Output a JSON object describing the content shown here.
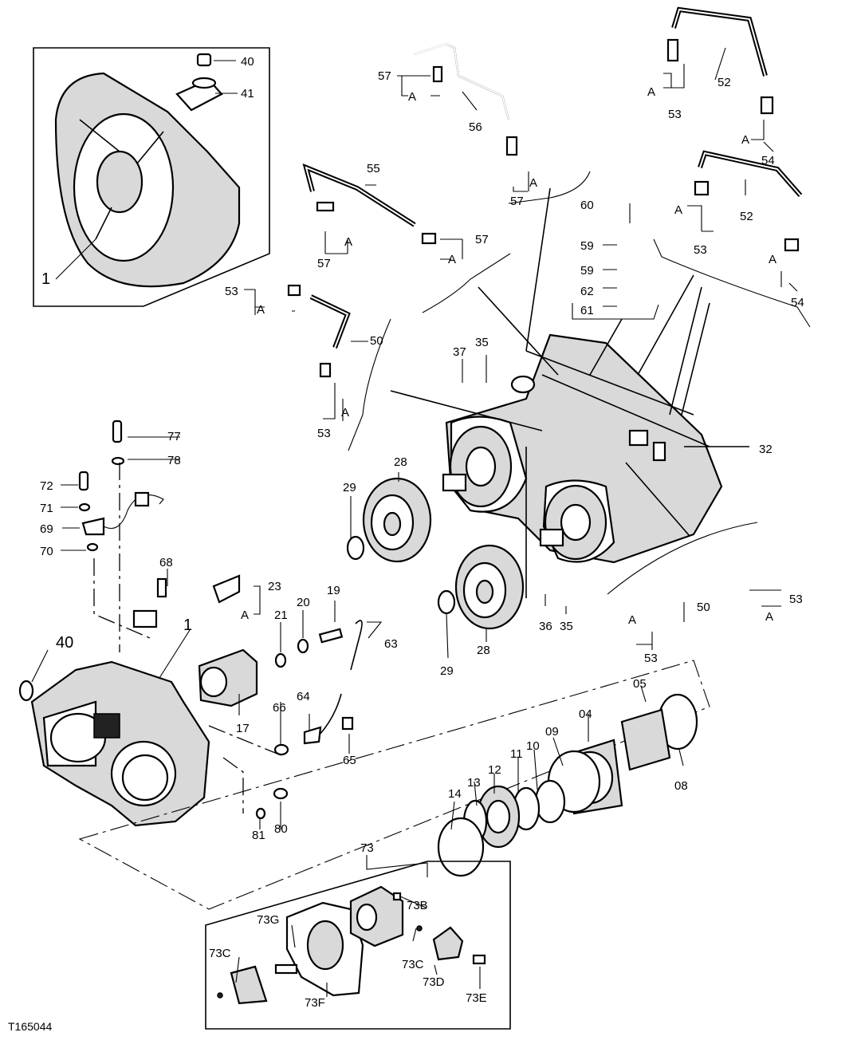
{
  "figure_id": "T165044",
  "callouts": [
    {
      "id": "c40a",
      "text": "40"
    },
    {
      "id": "c41",
      "text": "41"
    },
    {
      "id": "c1a",
      "text": "1"
    },
    {
      "id": "c57a",
      "text": "57"
    },
    {
      "id": "c57aA",
      "text": "A"
    },
    {
      "id": "c56",
      "text": "56"
    },
    {
      "id": "c57b",
      "text": "57"
    },
    {
      "id": "c57bA",
      "text": "A"
    },
    {
      "id": "c52a",
      "text": "52"
    },
    {
      "id": "c53a",
      "text": "53"
    },
    {
      "id": "c53aA",
      "text": "A"
    },
    {
      "id": "c54a",
      "text": "54"
    },
    {
      "id": "c54aA",
      "text": "A"
    },
    {
      "id": "c52b",
      "text": "52"
    },
    {
      "id": "c53b",
      "text": "53"
    },
    {
      "id": "c53bA",
      "text": "A"
    },
    {
      "id": "c54b",
      "text": "54"
    },
    {
      "id": "c54bA",
      "text": "A"
    },
    {
      "id": "c55",
      "text": "55"
    },
    {
      "id": "c57c",
      "text": "57"
    },
    {
      "id": "c57cA",
      "text": "A"
    },
    {
      "id": "c57d",
      "text": "57"
    },
    {
      "id": "c57dA",
      "text": "A"
    },
    {
      "id": "c60",
      "text": "60"
    },
    {
      "id": "c59a",
      "text": "59"
    },
    {
      "id": "c59b",
      "text": "59"
    },
    {
      "id": "c62",
      "text": "62"
    },
    {
      "id": "c61",
      "text": "61"
    },
    {
      "id": "c53c",
      "text": "53"
    },
    {
      "id": "c53cA",
      "text": "A"
    },
    {
      "id": "c50a",
      "text": "50"
    },
    {
      "id": "c53d",
      "text": "53"
    },
    {
      "id": "c53dA",
      "text": "A"
    },
    {
      "id": "c37",
      "text": "37"
    },
    {
      "id": "c35a",
      "text": "35"
    },
    {
      "id": "c32",
      "text": "32"
    },
    {
      "id": "c77",
      "text": "77"
    },
    {
      "id": "c78",
      "text": "78"
    },
    {
      "id": "c72",
      "text": "72"
    },
    {
      "id": "c71",
      "text": "71"
    },
    {
      "id": "c69",
      "text": "69"
    },
    {
      "id": "c70",
      "text": "70"
    },
    {
      "id": "c29a",
      "text": "29"
    },
    {
      "id": "c28a",
      "text": "28"
    },
    {
      "id": "c68",
      "text": "68"
    },
    {
      "id": "c23",
      "text": "23"
    },
    {
      "id": "c23A",
      "text": "A"
    },
    {
      "id": "c19",
      "text": "19"
    },
    {
      "id": "c20",
      "text": "20"
    },
    {
      "id": "c21",
      "text": "21"
    },
    {
      "id": "c63",
      "text": "63"
    },
    {
      "id": "c40b",
      "text": "40"
    },
    {
      "id": "c1b",
      "text": "1"
    },
    {
      "id": "c17",
      "text": "17"
    },
    {
      "id": "c66",
      "text": "66"
    },
    {
      "id": "c64",
      "text": "64"
    },
    {
      "id": "c65",
      "text": "65"
    },
    {
      "id": "c81",
      "text": "81"
    },
    {
      "id": "c80",
      "text": "80"
    },
    {
      "id": "c29b",
      "text": "29"
    },
    {
      "id": "c28b",
      "text": "28"
    },
    {
      "id": "c36",
      "text": "36"
    },
    {
      "id": "c35b",
      "text": "35"
    },
    {
      "id": "c50b",
      "text": "50"
    },
    {
      "id": "c53e",
      "text": "53"
    },
    {
      "id": "c53eA",
      "text": "A"
    },
    {
      "id": "c53f",
      "text": "53"
    },
    {
      "id": "c53fA",
      "text": "A"
    },
    {
      "id": "c05",
      "text": "05"
    },
    {
      "id": "c04",
      "text": "04"
    },
    {
      "id": "c09",
      "text": "09"
    },
    {
      "id": "c10",
      "text": "10"
    },
    {
      "id": "c11",
      "text": "11"
    },
    {
      "id": "c12",
      "text": "12"
    },
    {
      "id": "c13",
      "text": "13"
    },
    {
      "id": "c14",
      "text": "14"
    },
    {
      "id": "c08",
      "text": "08"
    },
    {
      "id": "c73",
      "text": "73"
    },
    {
      "id": "c73B",
      "text": "73B"
    },
    {
      "id": "c73G",
      "text": "73G"
    },
    {
      "id": "c73C1",
      "text": "73C"
    },
    {
      "id": "c73C2",
      "text": "73C"
    },
    {
      "id": "c73D",
      "text": "73D"
    },
    {
      "id": "c73F",
      "text": "73F"
    },
    {
      "id": "c73E",
      "text": "73E"
    }
  ]
}
